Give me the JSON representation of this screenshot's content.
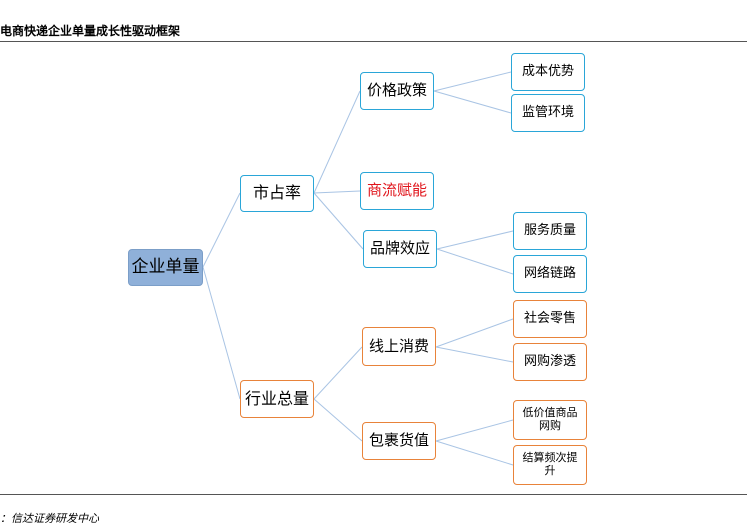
{
  "header": {
    "title": "电商快递企业单量成长性驱动框架"
  },
  "footer": {
    "source": "：信达证券研发中心"
  },
  "diagram": {
    "root": "企业单量",
    "market_share": {
      "label": "市占率",
      "pricing": {
        "label": "价格政策",
        "children": [
          "成本优势",
          "监管环境"
        ]
      },
      "commerce": {
        "label": "商流赋能"
      },
      "brand": {
        "label": "品牌效应",
        "children": [
          "服务质量",
          "网络链路"
        ]
      }
    },
    "industry_volume": {
      "label": "行业总量",
      "online": {
        "label": "线上消费",
        "children": [
          "社会零售",
          "网购渗透"
        ]
      },
      "parcel": {
        "label": "包裹货值",
        "children": [
          "低价值商品网购",
          "结算频次提升"
        ]
      }
    },
    "colors": {
      "blue_border": "#2aa6d8",
      "orange_border": "#e8833a",
      "root_fill": "#8fb0d9",
      "highlight_text": "#e0141b",
      "connector": "#a9c4e4"
    }
  }
}
